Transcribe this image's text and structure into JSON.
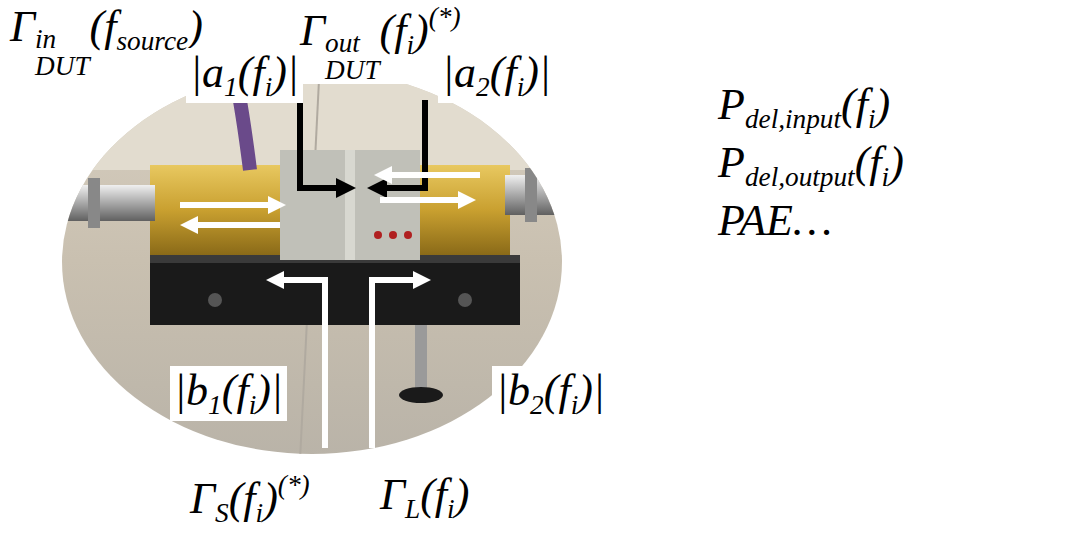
{
  "diagram": {
    "labels": [
      "ΓDUTin(fsource)",
      "ΓDUTout(fi)(*)",
      "|a1(fi)|",
      "|a2(fi)|",
      "|b1(fi)|",
      "|b2(fi)|",
      "ΓS(fi)(*)",
      "ΓL(fi)",
      "Pdel,input(fi)",
      "Pdel,output(fi)",
      "PAE…"
    ]
  }
}
